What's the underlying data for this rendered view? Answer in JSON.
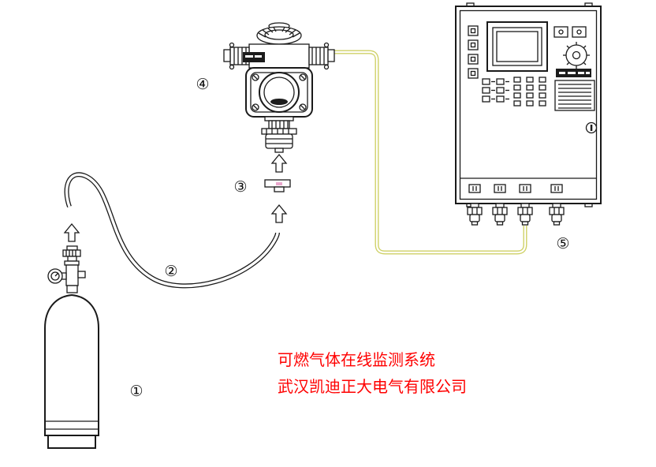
{
  "labels": {
    "cylinder": "①",
    "hose": "②",
    "calibration_cap": "③",
    "detector": "④",
    "controller": "⑤"
  },
  "caption": {
    "line1": "可燃气体在线监测系统",
    "line2": "武汉凯迪正大电气有限公司",
    "color": "#ff0000"
  },
  "colors": {
    "cable": "#cfd166",
    "line": "#1a1a1a",
    "background": "#ffffff"
  }
}
